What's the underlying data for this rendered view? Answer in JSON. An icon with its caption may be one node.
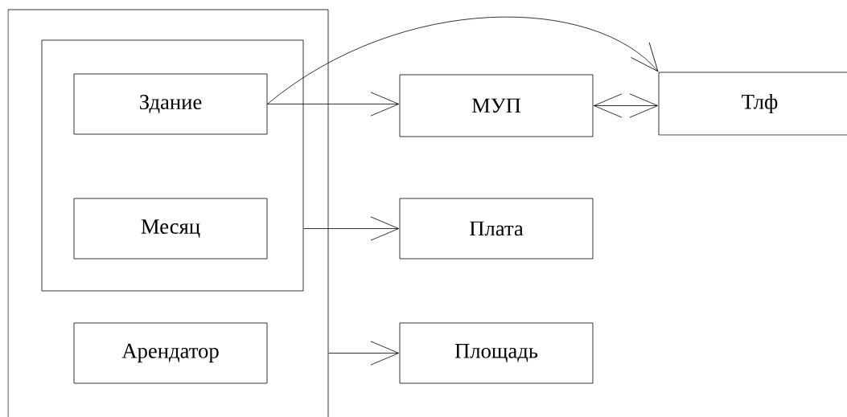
{
  "diagram": {
    "nodes": [
      {
        "text": [],
        "shape": "box"
      },
      {
        "text": [],
        "shape": "box",
        "in": 0
      },
      {
        "text": [
          "Здание"
        ],
        "in": 1
      },
      {
        "text": [
          "Месяц"
        ],
        "in": 1
      },
      {
        "text": [
          "Арендатор"
        ],
        "in": 0
      },
      {
        "text": [
          "МУП"
        ]
      },
      {
        "text": [
          "Тлф"
        ]
      },
      {
        "text": [
          "Плата"
        ]
      },
      {
        "text": [
          "Площадь"
        ]
      }
    ],
    "edges": [
      {
        "from": 2,
        "to": 5,
        "arrow": "to"
      },
      {
        "from": 2,
        "to": 6,
        "arrow": "to"
      },
      {
        "from": 5,
        "to": 6,
        "arrow": "both"
      },
      {
        "from": 1,
        "to": 7,
        "arrow": "to"
      },
      {
        "from": 0,
        "to": 8,
        "arrow": "to"
      }
    ]
  }
}
